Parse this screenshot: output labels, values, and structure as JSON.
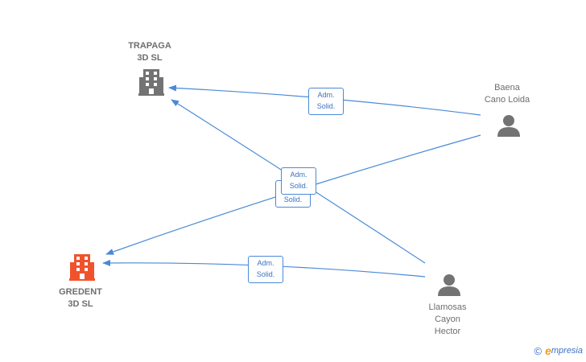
{
  "nodes": {
    "trapaga": {
      "line1": "TRAPAGA",
      "line2": "3D  SL",
      "color": "#737373"
    },
    "gredent": {
      "line1": "GREDENT",
      "line2": "3D  SL",
      "color": "#f0532c"
    },
    "baena": {
      "line1": "Baena",
      "line2": "Cano Loida",
      "color": "#737373"
    },
    "llamosas": {
      "line1": "Llamosas",
      "line2": "Cayon",
      "line3": "Hector",
      "color": "#737373"
    }
  },
  "edges": {
    "baena_trapaga": {
      "line1": "Adm.",
      "line2": "Solid."
    },
    "llamosas_trapaga": {
      "line1": "Adm.",
      "line2": "Solid."
    },
    "baena_gredent": {
      "line1": "Solid."
    },
    "llamosas_gredent": {
      "line1": "Adm.",
      "line2": "Solid."
    }
  },
  "edge_color": "#4a8ad6",
  "brand": {
    "copyright": "©",
    "e": "e",
    "name": "mpresia"
  }
}
